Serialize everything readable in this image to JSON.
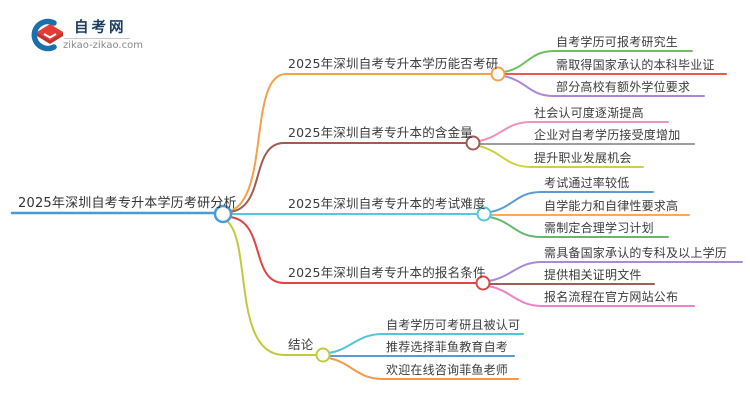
{
  "logo": {
    "title": "自考网",
    "domain": "zikao-zikao.com",
    "crescent_color": "#1a6fae",
    "cap_color": "#e23c34"
  },
  "root": {
    "label": "2025年深圳自考专升本学历考研分析",
    "color": "#4a9bd5"
  },
  "branches": [
    {
      "label": "2025年深圳自考专升本学历能否考研",
      "color": "#f5a14c",
      "children": [
        {
          "label": "自考学历可报考研究生",
          "color": "#6fbf5e"
        },
        {
          "label": "需取得国家承认的本科毕业证",
          "color": "#ea5a4f"
        },
        {
          "label": "部分高校有额外学位要求",
          "color": "#b085d6"
        }
      ]
    },
    {
      "label": "2025年深圳自考专升本的含金量",
      "color": "#a05a52",
      "children": [
        {
          "label": "社会认可度逐渐提高",
          "color": "#f48fb8"
        },
        {
          "label": "企业对自考学历接受度增加",
          "color": "#9e9e9e"
        },
        {
          "label": "提升职业发展机会",
          "color": "#cdd042"
        }
      ]
    },
    {
      "label": "2025年深圳自考专升本的考试难度",
      "color": "#55c8dc",
      "children": [
        {
          "label": "考试通过率较低",
          "color": "#5b9bd5"
        },
        {
          "label": "自学能力和自律性要求高",
          "color": "#f9a85d"
        },
        {
          "label": "需制定合理学习计划",
          "color": "#66b96a"
        }
      ]
    },
    {
      "label": "2025年深圳自考专升本的报名条件",
      "color": "#e04543",
      "children": [
        {
          "label": "需具备国家承认的专科及以上学历",
          "color": "#a98bd3"
        },
        {
          "label": "提供相关证明文件",
          "color": "#9e5f58"
        },
        {
          "label": "报名流程在官方网站公布",
          "color": "#ee82c9"
        }
      ]
    },
    {
      "label": "结论",
      "color": "#c3c93e",
      "children": [
        {
          "label": "自考学历可考研且被认可",
          "color": "#52c5d8"
        },
        {
          "label": "推荐选择菲鱼教育自考",
          "color": "#5b9bd5"
        },
        {
          "label": "欢迎在线咨询菲鱼老师",
          "color": "#f59a4d"
        }
      ]
    }
  ]
}
